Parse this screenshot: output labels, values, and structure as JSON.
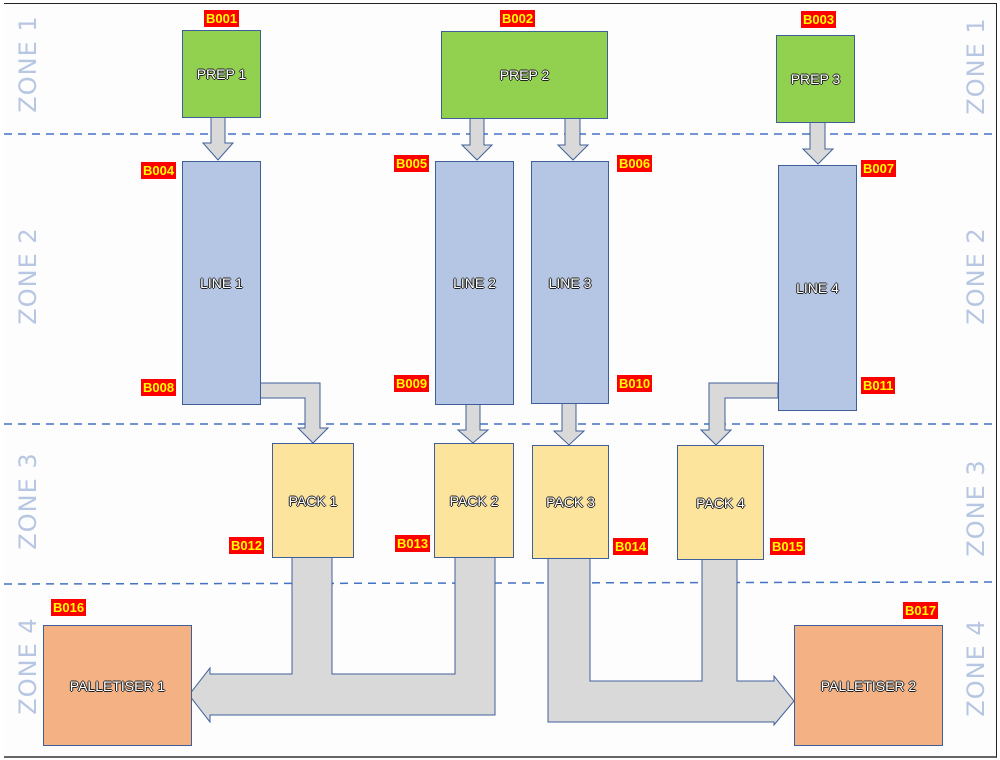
{
  "zones": {
    "left": [
      "ZONE 1",
      "ZONE 2",
      "ZONE 3",
      "ZONE 4"
    ],
    "right": [
      "ZONE 1",
      "ZONE 2",
      "ZONE 3",
      "ZONE 4"
    ]
  },
  "prep": [
    {
      "label": "PREP 1",
      "tag": "B001"
    },
    {
      "label": "PREP 2",
      "tag": "B002"
    },
    {
      "label": "PREP 3",
      "tag": "B003"
    }
  ],
  "lines": [
    {
      "label": "LINE 1",
      "tag_top": "B004",
      "tag_bottom": "B008"
    },
    {
      "label": "LINE 2",
      "tag_top": "B005",
      "tag_bottom": "B009"
    },
    {
      "label": "LINE 3",
      "tag_top": "B006",
      "tag_bottom": "B010"
    },
    {
      "label": "LINE 4",
      "tag_top": "B007",
      "tag_bottom": "B011"
    }
  ],
  "packs": [
    {
      "label": "PACK 1",
      "tag": "B012"
    },
    {
      "label": "PACK 2",
      "tag": "B013"
    },
    {
      "label": "PACK 3",
      "tag": "B014"
    },
    {
      "label": "PACK 4",
      "tag": "B015"
    }
  ],
  "palletisers": [
    {
      "label": "PALLETISER 1",
      "tag": "B016"
    },
    {
      "label": "PALLETISER 2",
      "tag": "B017"
    }
  ],
  "colors": {
    "prep": "#92d050",
    "line": "#b4c6e4",
    "pack": "#fce49c",
    "palletiser": "#f4b183",
    "tag_bg": "#ff0000",
    "tag_text": "#ffff00",
    "arrow": "#d9d9d9",
    "zone_divider": "#4472c4"
  }
}
